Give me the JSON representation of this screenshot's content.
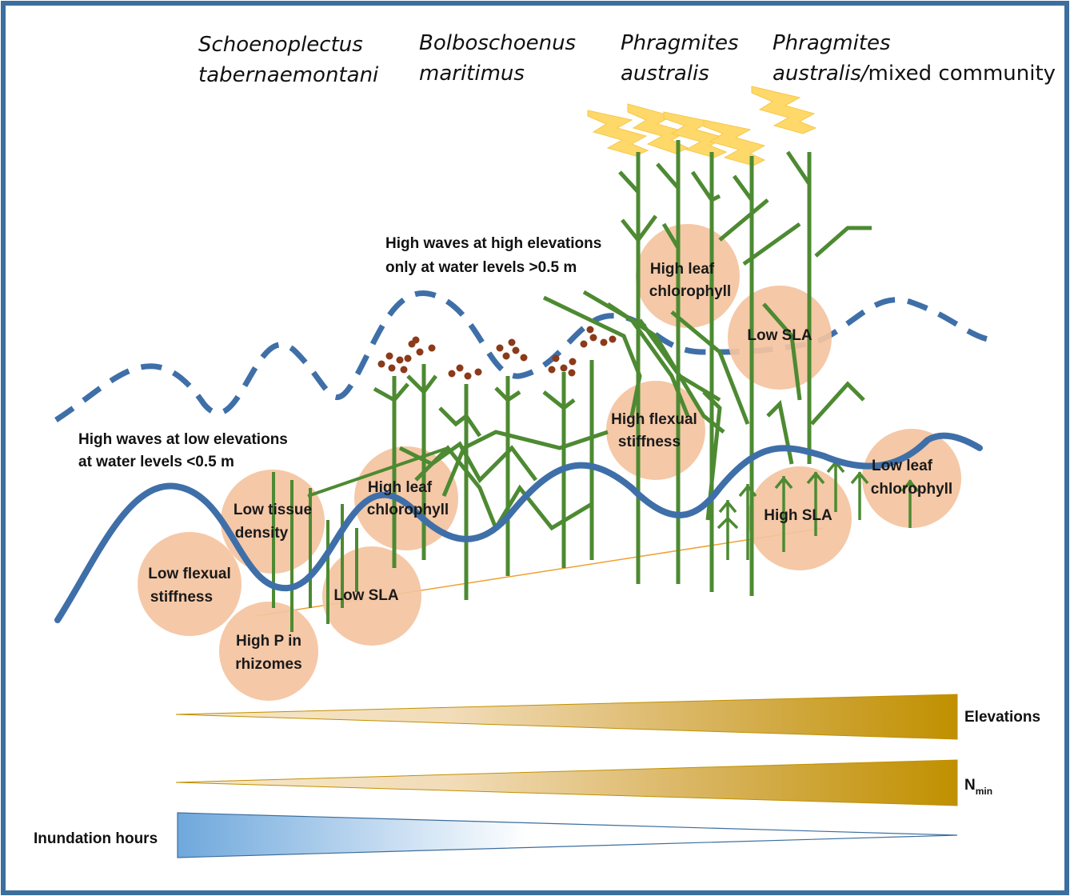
{
  "species": [
    {
      "line1": "Schoenoplectus",
      "line2": "tabernaemontani"
    },
    {
      "line1": "Bolboschoenus",
      "line2": "maritimus"
    },
    {
      "line1": "Phragmites",
      "line2": "australis"
    },
    {
      "line1": "Phragmites",
      "line2_italic": "australis/",
      "line2_rest": "mixed community"
    }
  ],
  "notes": {
    "high_waves_high": [
      "High waves at high elevations",
      "only at water  levels >0.5 m"
    ],
    "high_waves_low": [
      "High waves at low elevations",
      "at water  levels <0.5 m"
    ]
  },
  "traits": [
    [
      "Low tissue",
      "density"
    ],
    [
      "Low flexual",
      "stiffness"
    ],
    [
      "High P in",
      "rhizomes"
    ],
    [
      "Low SLA"
    ],
    [
      "High leaf",
      "chlorophyll"
    ],
    [
      "High flexual",
      "stiffness"
    ],
    [
      "High leaf",
      "chlorophyll"
    ],
    [
      "Low SLA"
    ],
    [
      "High SLA"
    ],
    [
      "Low leaf",
      "chlorophyll"
    ]
  ],
  "gradients": {
    "elevations": "Elevations",
    "nmin_base": "N",
    "nmin_sub": "min",
    "inundation": "Inundation hours"
  },
  "colors": {
    "frame": "#3c6e9e",
    "water": "#3f6fa8",
    "plant": "#4d8a32",
    "trait_bubble": "#f4c3a0",
    "flower": "#ffd86a",
    "seed": "#8b3a1a",
    "gold": "#c09000",
    "blue_gradient": "#6fa8dc"
  }
}
